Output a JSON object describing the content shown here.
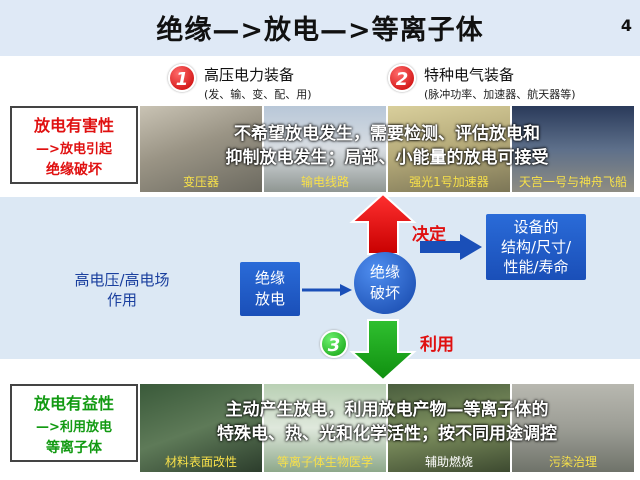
{
  "header": {
    "title": "绝缘—>放电—>等离子体",
    "page_number": "4"
  },
  "top": {
    "item1": {
      "number": "1",
      "title": "高压电力装备",
      "subtitle": "(发、输、变、配、用)"
    },
    "item2": {
      "number": "2",
      "title": "特种电气装备",
      "subtitle": "(脉冲功率、加速器、航天器等)"
    },
    "side_label": {
      "line1": "放电有害性",
      "line2": "—>放电引起",
      "line3": "绝缘破坏"
    },
    "strip_text": {
      "line1": "不希望放电发生，需要检测、评估放电和",
      "line2": "抑制放电发生；局部、小能量的放电可接受"
    },
    "captions": [
      "变压器",
      "输电线路",
      "强光1号加速器",
      "天宫一号与神舟飞船"
    ]
  },
  "middle": {
    "source": {
      "line1": "高电压/高电场",
      "line2": "作用"
    },
    "insulation_discharge": {
      "line1": "绝缘",
      "line2": "放电"
    },
    "insulation_breakdown": {
      "line1": "绝缘",
      "line2": "破坏"
    },
    "decide_label": "决定",
    "use_label": "利用",
    "use_number": "3",
    "outcome": {
      "line1": "设备的",
      "line2": "结构/尺寸/",
      "line3": "性能/寿命"
    }
  },
  "bottom": {
    "side_label": {
      "line1": "放电有益性",
      "line2": "—>利用放电",
      "line3": "等离子体"
    },
    "strip_text": {
      "line1": "主动产生放电，利用放电产物—等离子体的",
      "line2": "特殊电、热、光和化学活性；按不同用途调控"
    },
    "captions": [
      "材料表面改性",
      "等离子体生物医学",
      "辅助燃烧",
      "污染治理"
    ]
  },
  "colors": {
    "accent_blue": "#1a4fb8",
    "red": "#e01010",
    "green": "#10a010",
    "band": "#dce8f4"
  }
}
